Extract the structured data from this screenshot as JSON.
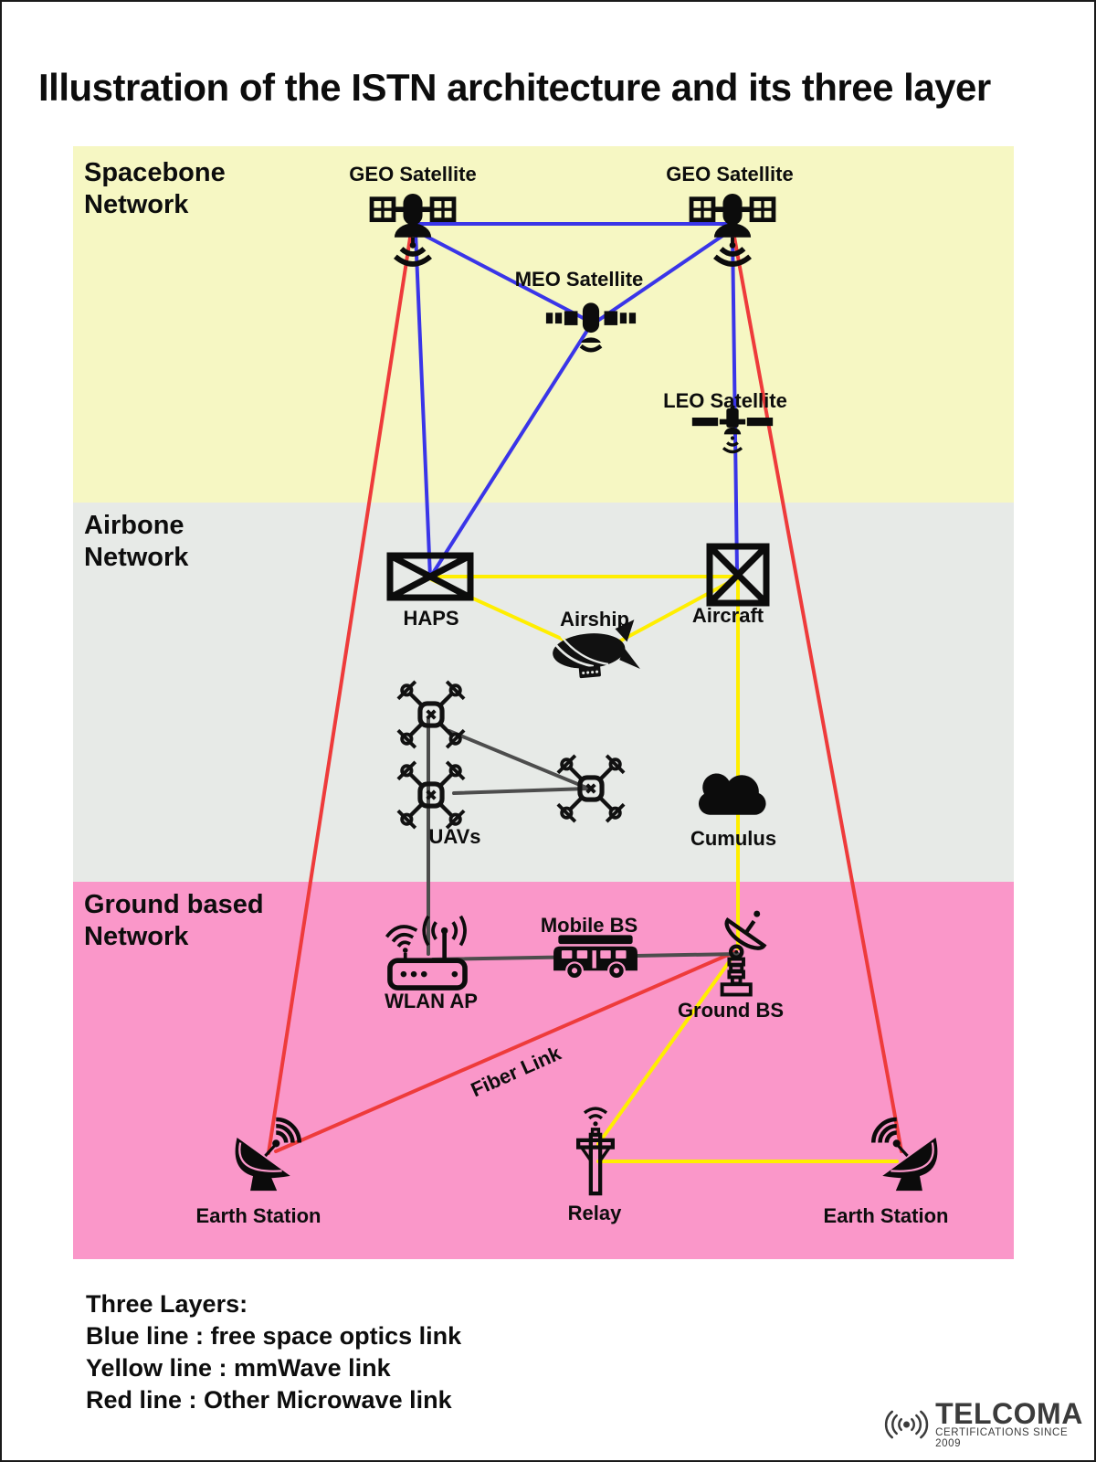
{
  "title": "Illustration of the ISTN architecture and its three layer",
  "layers": [
    {
      "name": "spacebone",
      "label": "Spacebone\nNetwork",
      "color": "#f6f7c3"
    },
    {
      "name": "airbone",
      "label": "Airbone\nNetwork",
      "color": "#e7eae7"
    },
    {
      "name": "ground",
      "label": "Ground based\nNetwork",
      "color": "#fa97c9"
    }
  ],
  "nodes": {
    "geo_left": "GEO Satellite",
    "geo_right": "GEO Satellite",
    "meo": "MEO Satellite",
    "leo": "LEO Satellite",
    "haps": "HAPS",
    "airship": "Airship",
    "aircraft": "Aircraft",
    "uavs": "UAVs",
    "cumulus": "Cumulus",
    "wlan_ap": "WLAN AP",
    "mobile_bs": "Mobile BS",
    "ground_bs": "Ground BS",
    "relay": "Relay",
    "earth_left": "Earth Station",
    "earth_right": "Earth Station"
  },
  "annotations": {
    "fiber_link": "Fiber Link"
  },
  "links": {
    "blue": "#3a35e8",
    "yellow": "#ffee00",
    "red": "#ee3b3b",
    "gray": "#4d4d4d"
  },
  "legend": {
    "heading": "Three Layers:",
    "items": [
      "Blue line : free space optics link",
      "Yellow line : mmWave link",
      "Red line : Other Microwave link"
    ]
  },
  "logo": {
    "name": "TELCOMA",
    "tagline": "CERTIFICATIONS SINCE 2009"
  }
}
